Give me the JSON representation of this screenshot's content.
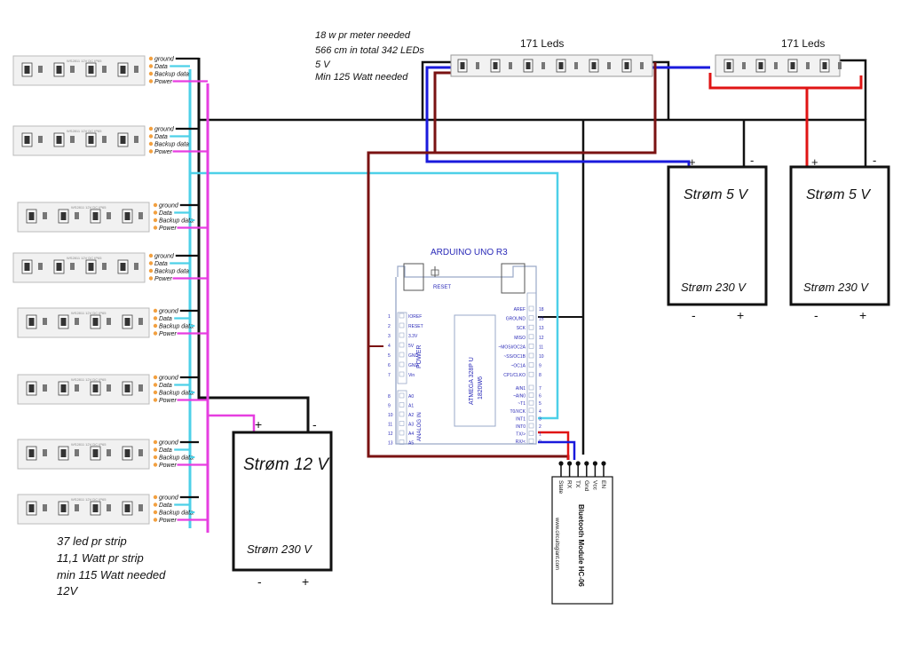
{
  "notes": {
    "top": [
      "18 w pr meter needed",
      "566 cm in total  342 LEDs",
      "5 V",
      "Min 125 Watt  needed"
    ],
    "bottom": [
      "37 led pr strip",
      "11,1 Watt pr strip",
      "min 115 Watt needed",
      "12V"
    ]
  },
  "led_strip_5v": {
    "left_label": "171 Leds",
    "right_label": "171 Leds"
  },
  "strips": {
    "pin_labels": [
      "ground",
      "Data",
      "Backup data",
      "Power"
    ],
    "chip_text": "WS2811 12V DC IP65",
    "count": 8
  },
  "power_supplies": {
    "psu12": {
      "title": "Strøm 12 V",
      "input": "Strøm  230 V",
      "plus": "+",
      "minus": "-"
    },
    "psu5a": {
      "title": "Strøm 5 V",
      "input": "Strøm  230 V",
      "plus": "+",
      "minus": "-"
    },
    "psu5b": {
      "title": "Strøm 5 V",
      "input": "Strøm  230 V",
      "plus": "+",
      "minus": "-"
    }
  },
  "arduino": {
    "title": "ARDUINO UNO R3",
    "reset": "RESET",
    "chip": [
      "ATMEGA 328P U",
      "1820W6"
    ],
    "power_section": "POWER",
    "analog_section": "ANALOG IN",
    "left_pins": [
      "IOREF",
      "RESET",
      "3.3V",
      "5V",
      "GND",
      "GND",
      "Vin",
      "A0",
      "A1",
      "A2",
      "A3",
      "A4",
      "A5"
    ],
    "left_nums": [
      "1",
      "2",
      "3",
      "4",
      "5",
      "6",
      "7",
      "8",
      "9",
      "10",
      "11",
      "12",
      "13"
    ],
    "right_pins": [
      "AREF",
      "GROUND",
      "SCK",
      "MISO",
      "~MOSI/OC2A",
      "~SS/OC1B",
      "~OC1A",
      "CP1/CLKO",
      "AIN1",
      "~AIN0",
      "~T1",
      "T0/XCK",
      "INT1",
      "INT0",
      "TX/>",
      "RX/<"
    ],
    "right_nums": [
      "18",
      "15",
      "13",
      "12",
      "11",
      "10",
      "9",
      "8",
      "7",
      "6",
      "5",
      "4",
      "3",
      "2",
      "1",
      "0"
    ]
  },
  "bluetooth": {
    "title": "Bluetooth Module HC-06",
    "site": "www.circuitsgiant.com",
    "pins": [
      "State",
      "RX",
      "TX",
      "Gnd",
      "Vcc",
      "EN"
    ]
  },
  "colors": {
    "ground": "#111111",
    "data": "#4dd0e8",
    "power12": "#e63ee0",
    "power5": "#1a1adc",
    "arduino5v": "#7a1212",
    "red": "#e01414",
    "board": "#9aa9c8",
    "label_blue": "#2a2ab8"
  }
}
